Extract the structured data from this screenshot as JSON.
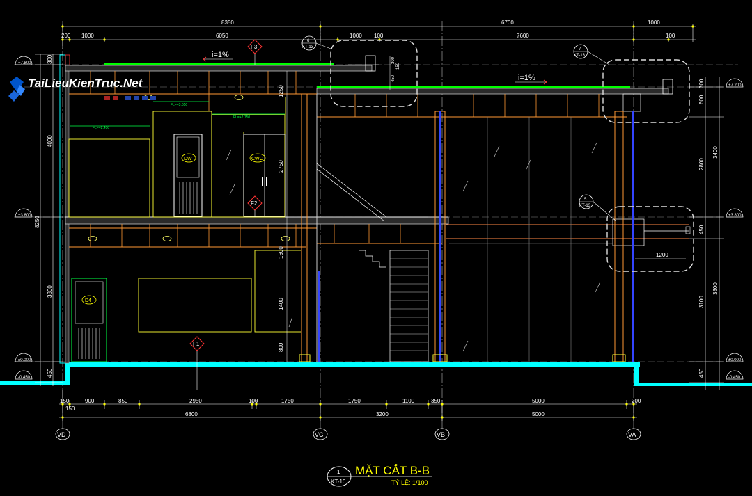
{
  "dims_top_total": [
    "8350",
    "6700",
    "1000"
  ],
  "dims_top": [
    "200",
    "1000",
    "6050",
    "1000",
    "100",
    "7600",
    "100"
  ],
  "dims_bottom": [
    "150",
    "900",
    "850",
    "2950",
    "100",
    "1750",
    "1750",
    "1100",
    "350",
    "5000",
    "200"
  ],
  "dim_bottom_extra": "150",
  "dims_bottom_total": [
    "6800",
    "3200",
    "5000"
  ],
  "dims_left": [
    "300",
    "4000",
    "3800",
    "450"
  ],
  "dim_left_total": "8250",
  "dims_right_inner": [
    "300",
    "600",
    "2800",
    "450",
    "3100",
    "450"
  ],
  "dims_right_outer": [
    "3400",
    "3800"
  ],
  "dims_mid": [
    "1250",
    "2750",
    "1600",
    "1400",
    "800",
    "300",
    "150",
    "450"
  ],
  "dim_canopy": "1200",
  "levels": [
    "+7.800",
    "+7.200",
    "+3.800",
    "+3.800",
    "±0.000",
    "±0.000",
    "-0.450",
    "-0.450"
  ],
  "ceiling_labels": [
    "FL=+2.450",
    "FL=+3.050",
    "FL=+2.750"
  ],
  "slopes": [
    "i=1%",
    "i=1%"
  ],
  "grid_axes": [
    "VD",
    "VC",
    "VB",
    "VA"
  ],
  "doors": [
    "DW",
    "CWC",
    "D4"
  ],
  "markers": [
    "F3",
    "F2",
    "F1"
  ],
  "details": [
    {
      "num": "6",
      "sheet": "KT-13"
    },
    {
      "num": "7",
      "sheet": "KT-13"
    },
    {
      "num": "5",
      "sheet": "KT-13"
    }
  ],
  "watermark": "TaiLieuKienTruc.Net",
  "title_block": {
    "num": "1",
    "sheet": "KT-10",
    "title": "MẶT CẮT B-B",
    "scale": "TỶ LỆ: 1/100"
  }
}
